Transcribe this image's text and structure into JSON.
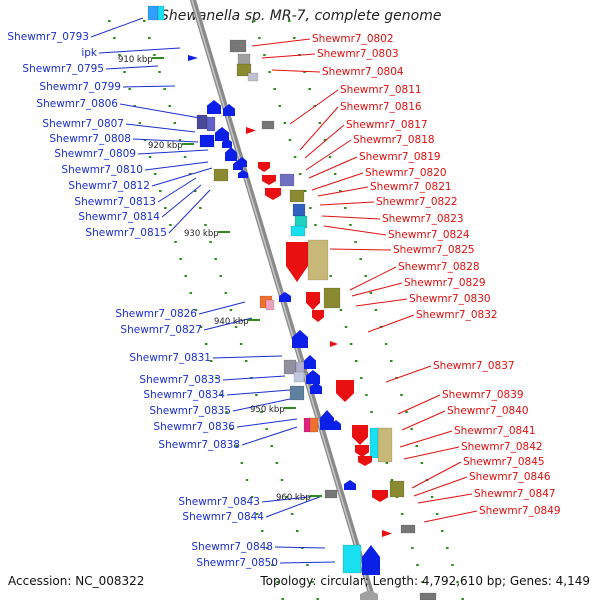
{
  "title": "Shewanella sp. MR-7, complete genome",
  "accession": "Accession: NC_008322",
  "summary": "Topology: circular; Length: 4,792,610 bp; Genes: 4,149",
  "colors": {
    "left_label": "#1a2fcf",
    "right_label": "#e01010",
    "backbone": "#8a8a8a",
    "tick": "#2e8b1e"
  },
  "kbp_ticks": [
    "910 kbp",
    "920 kbp",
    "930 kbp",
    "940 kbp",
    "950 kbp",
    "960 kbp"
  ],
  "left_genes": [
    "Shewmr7_0793",
    "ipk",
    "Shewmr7_0795",
    "Shewmr7_0799",
    "Shewmr7_0806",
    "Shewmr7_0807",
    "Shewmr7_0808",
    "Shewmr7_0809",
    "Shewmr7_0810",
    "Shewmr7_0812",
    "Shewmr7_0813",
    "Shewmr7_0814",
    "Shewmr7_0815",
    "Shewmr7_0826",
    "Shewmr7_0827",
    "Shewmr7_0831",
    "Shewmr7_0833",
    "Shewmr7_0834",
    "Shewmr7_0835",
    "Shewmr7_0836",
    "Shewmr7_0838",
    "Shewmr7_0843",
    "Shewmr7_0844",
    "Shewmr7_0848",
    "Shewmr7_0850"
  ],
  "right_genes": [
    "Shewmr7_0802",
    "Shewmr7_0803",
    "Shewmr7_0804",
    "Shewmr7_0811",
    "Shewmr7_0816",
    "Shewmr7_0817",
    "Shewmr7_0818",
    "Shewmr7_0819",
    "Shewmr7_0820",
    "Shewmr7_0821",
    "Shewmr7_0822",
    "Shewmr7_0823",
    "Shewmr7_0824",
    "Shewmr7_0825",
    "Shewmr7_0828",
    "Shewmr7_0829",
    "Shewmr7_0830",
    "Shewmr7_0832",
    "Shewmr7_0837",
    "Shewmr7_0839",
    "Shewmr7_0840",
    "Shewmr7_0841",
    "Shewmr7_0842",
    "Shewmr7_0845",
    "Shewmr7_0846",
    "Shewmr7_0847",
    "Shewmr7_0849"
  ]
}
